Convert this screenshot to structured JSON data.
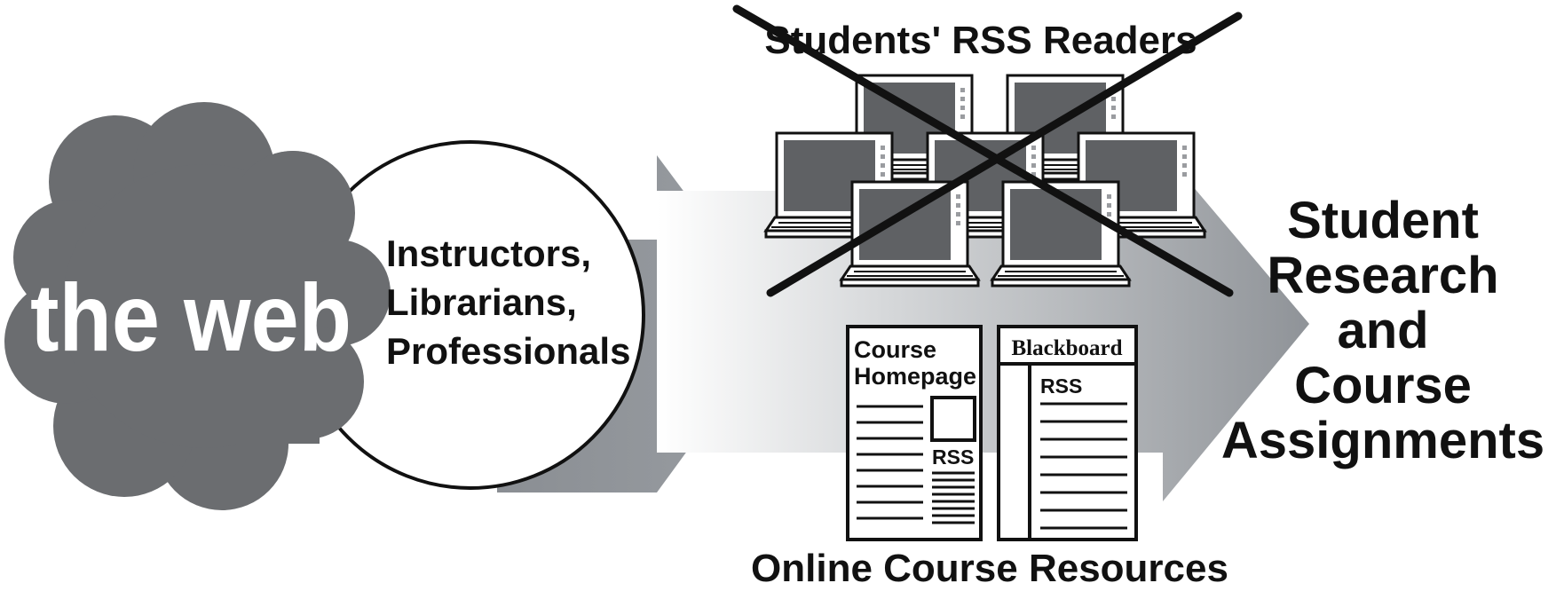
{
  "cloud": {
    "label": "the web"
  },
  "circle": {
    "lines": [
      "Instructors,",
      "Librarians,",
      "Professionals"
    ]
  },
  "readers": {
    "title": "Students' RSS Readers"
  },
  "resources": {
    "title": "Online Course Resources",
    "course_page": {
      "line1": "Course",
      "line2": "Homepage",
      "rss": "RSS"
    },
    "blackboard_page": {
      "header": "Blackboard",
      "rss": "RSS"
    }
  },
  "outcome": {
    "lines": [
      "Student",
      "Research",
      "and",
      "Course",
      "Assignments"
    ]
  },
  "colors": {
    "cloud": "#6b6d70",
    "arrow": "#8f9398",
    "screen": "#5f6164",
    "ink": "#111111"
  }
}
